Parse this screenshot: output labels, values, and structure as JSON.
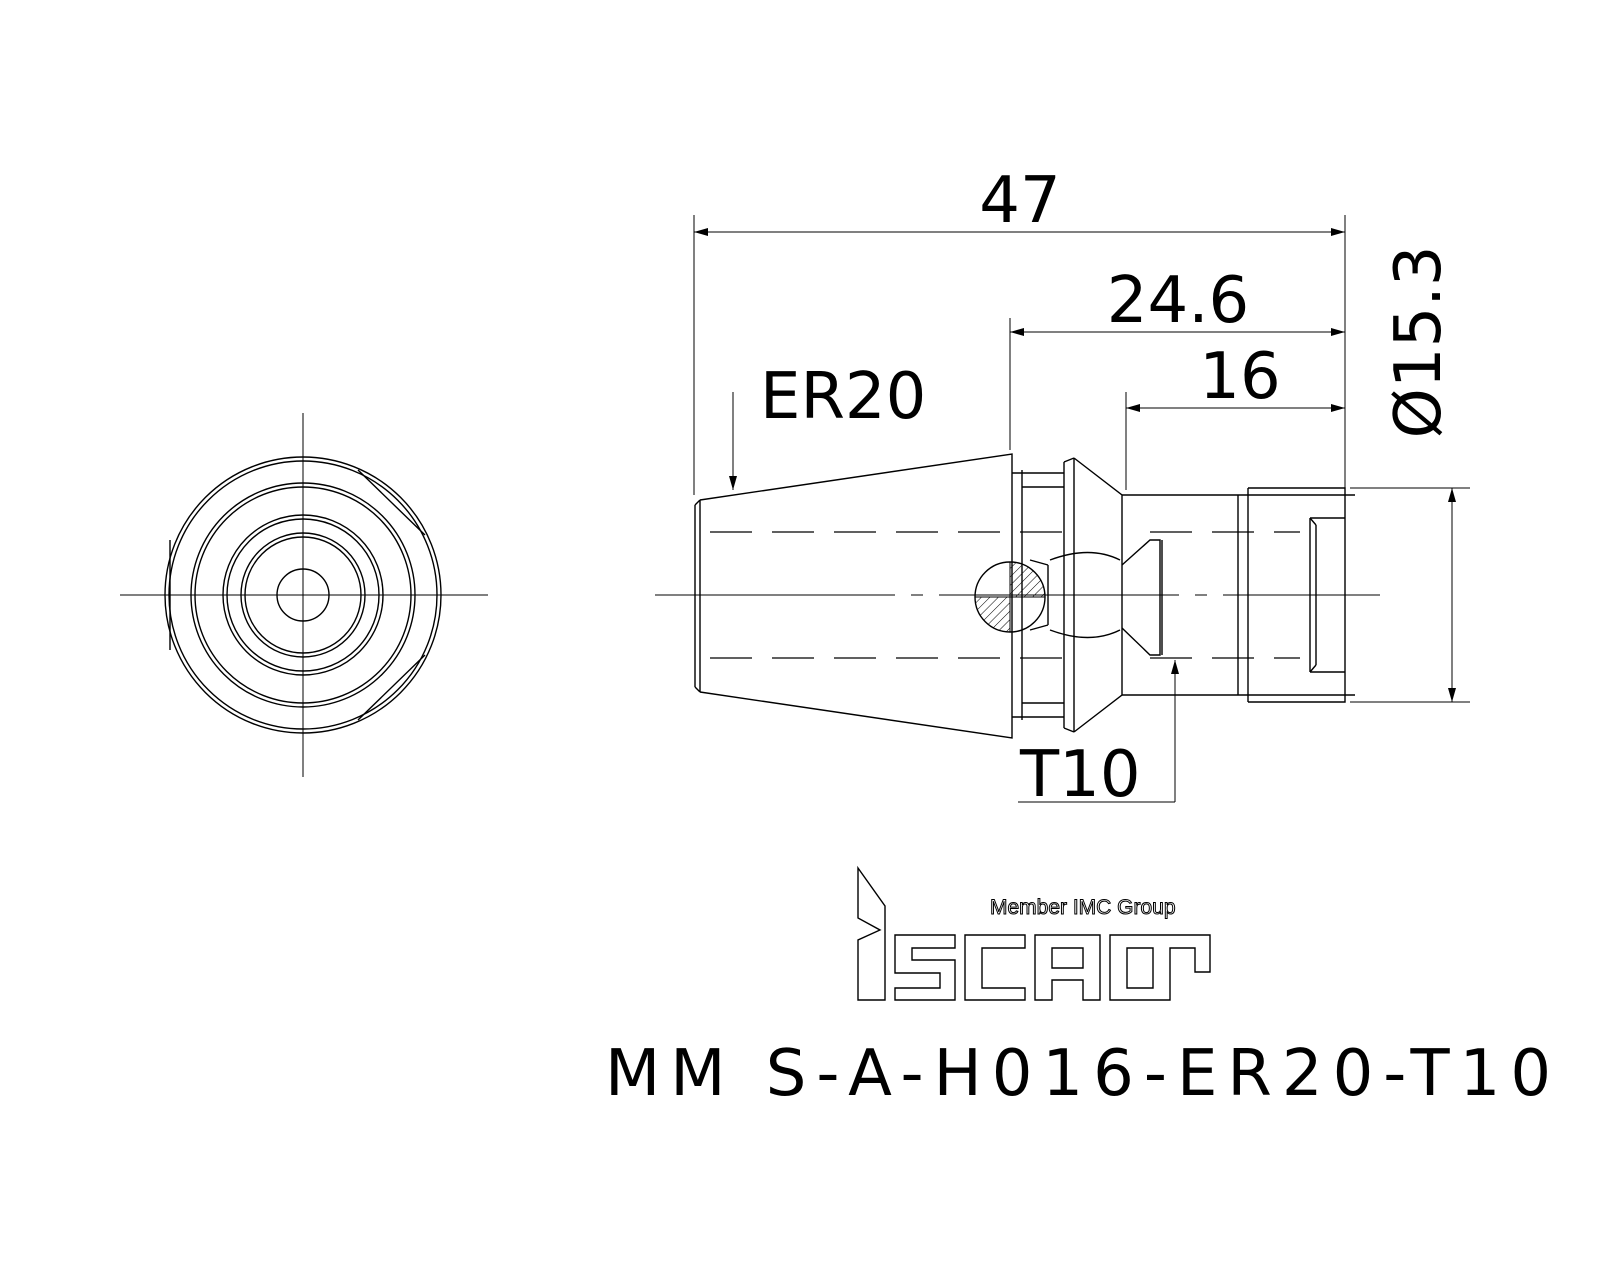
{
  "dimensions": {
    "overall_length": "47",
    "body_length": "24.6",
    "shank_length": "16",
    "diameter": "Ø15.3"
  },
  "callouts": {
    "collet": "ER20",
    "thread": "T10"
  },
  "logo": {
    "brand": "iscar",
    "tagline": "Member IMC Group"
  },
  "part_number": "MM S-A-H016-ER20-T10",
  "colors": {
    "line": "#000000",
    "background": "#ffffff"
  }
}
